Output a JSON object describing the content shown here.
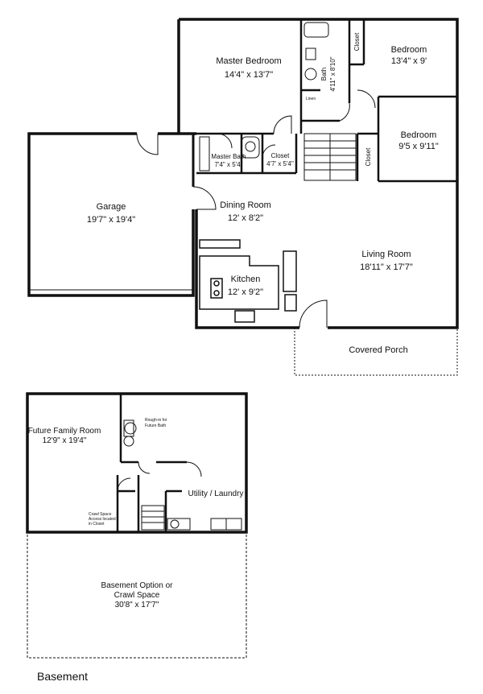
{
  "rooms": {
    "master_bedroom": {
      "name": "Master Bedroom",
      "dims": "14'4\" x 13'7\""
    },
    "bedroom_1": {
      "name": "Bedroom",
      "dims": "13'4\" x 9'"
    },
    "bedroom_2": {
      "name": "Bedroom",
      "dims": "9'5 x 9'11\""
    },
    "bath": {
      "name": "Bath",
      "dims": "4'11\" x 8'10\""
    },
    "closet_upper": {
      "name": "Closet"
    },
    "closet_lower": {
      "name": "Closet"
    },
    "linen": {
      "name": "Linen"
    },
    "master_bath": {
      "name": "Master Bath",
      "dims": "7'4\" x 5'4\""
    },
    "master_closet": {
      "name": "Closet",
      "dims": "4'7' x 5'4\""
    },
    "garage": {
      "name": "Garage",
      "dims": "19'7\" x 19'4\""
    },
    "dining_room": {
      "name": "Dining Room",
      "dims": "12' x 8'2\""
    },
    "kitchen": {
      "name": "Kitchen",
      "dims": "12' x 9'2\""
    },
    "living_room": {
      "name": "Living Room",
      "dims": "18'11\" x 17'7\""
    },
    "covered_porch": {
      "name": "Covered Porch"
    }
  },
  "basement": {
    "family_room": {
      "name": "Future Family Room",
      "dims": "12'9\" x 19'4\""
    },
    "rough_in_line1": "Rough-in for",
    "rough_in_line2": "Future Bath",
    "utility": {
      "name": "Utility / Laundry"
    },
    "crawl_note_line1": "Crawl Space",
    "crawl_note_line2": "Access located",
    "crawl_note_line3": "in Closet",
    "option": {
      "line1": "Basement Option or",
      "line2": "Crawl Space",
      "dims": "30'8\" x 17'7\""
    }
  },
  "caption": "Basement"
}
